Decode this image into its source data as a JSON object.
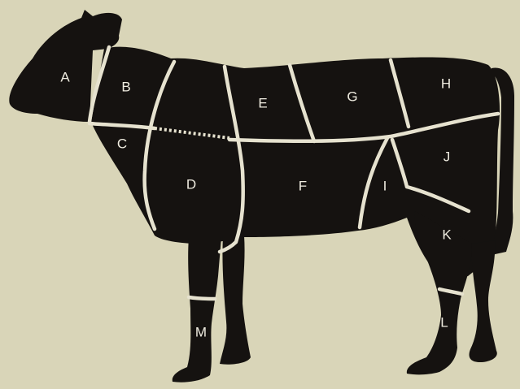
{
  "colors": {
    "background": "#d9d5b8",
    "silhouette": "#151210",
    "cut_lines": "#e6e2cf",
    "labels": "#efece0"
  },
  "diagram": {
    "subject": "calf-silhouette",
    "regions": [
      {
        "id": "A",
        "label": "A"
      },
      {
        "id": "B",
        "label": "B"
      },
      {
        "id": "C",
        "label": "C"
      },
      {
        "id": "D",
        "label": "D"
      },
      {
        "id": "E",
        "label": "E"
      },
      {
        "id": "F",
        "label": "F"
      },
      {
        "id": "G",
        "label": "G"
      },
      {
        "id": "H",
        "label": "H"
      },
      {
        "id": "I",
        "label": "I"
      },
      {
        "id": "J",
        "label": "J"
      },
      {
        "id": "K",
        "label": "K"
      },
      {
        "id": "L",
        "label": "L"
      },
      {
        "id": "M",
        "label": "M"
      }
    ]
  }
}
